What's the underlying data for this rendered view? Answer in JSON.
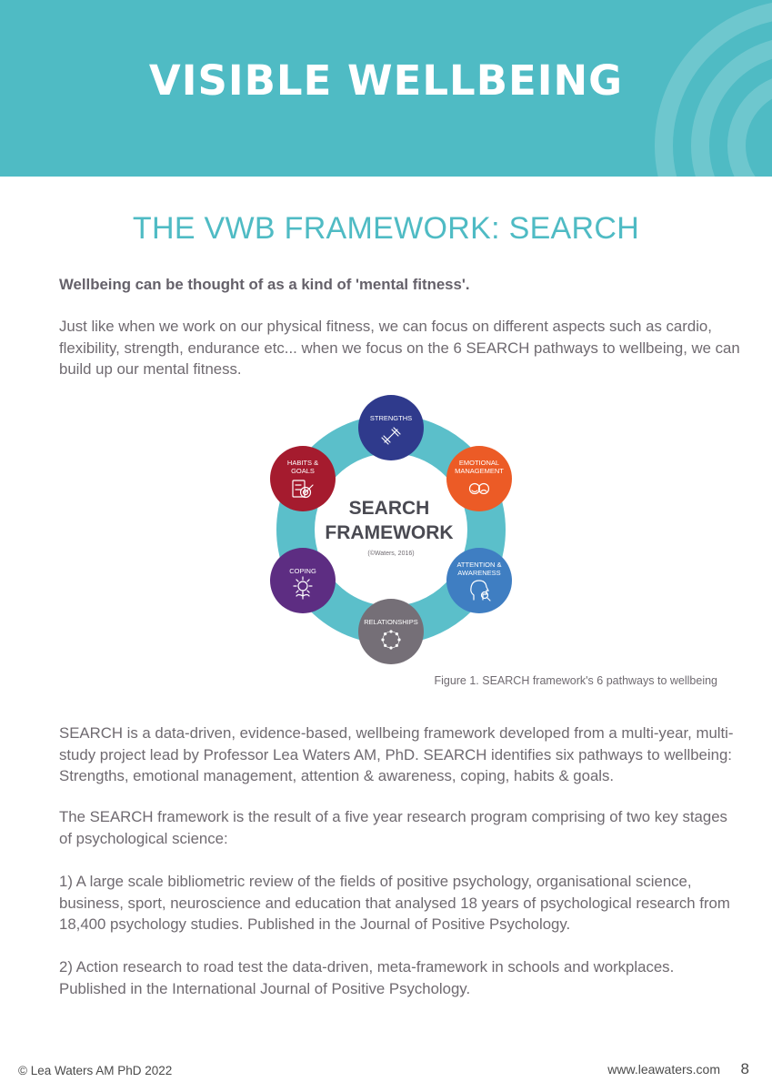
{
  "header": {
    "title": "VISIBLE WELLBEING"
  },
  "section": {
    "title": "THE VWB FRAMEWORK: SEARCH"
  },
  "body": {
    "lead": "Wellbeing can be thought of as a kind of 'mental fitness'.",
    "intro": "Just like when we work on our physical fitness, we can focus on different aspects such as cardio, flexibility, strength, endurance etc... when we focus on the 6 SEARCH pathways to wellbeing, we can build up our mental fitness.",
    "paragraph_search": "SEARCH is a data-driven, evidence-based, wellbeing framework developed from a multi-year, multi-study project lead by Professor Lea Waters AM, PhD. SEARCH identifies six pathways to wellbeing: Strengths, emotional management, attention & awareness, coping, habits & goals.",
    "paragraph_program": "The SEARCH framework is the result of a five year research program comprising of two key stages of psychological science:",
    "stage_1": "1) A large scale bibliometric review of the fields of positive psychology, organisational science, business, sport, neuroscience and education that analysed 18 years of psychological research from 18,400 psychology studies. Published in the Journal of Positive Psychology.",
    "stage_2": "2) Action research to road test the data-driven, meta-framework in schools and workplaces. Published in the International Journal of Positive Psychology."
  },
  "diagram": {
    "center_line1": "SEARCH",
    "center_line2": "FRAMEWORK",
    "center_credit": "(©Waters, 2016)",
    "ring_color": "#5bbfca",
    "pathways": [
      {
        "line1": "STRENGTHS",
        "line2": "",
        "color": "#2f3a8c",
        "icon": "dumbbell-icon"
      },
      {
        "line1": "EMOTIONAL",
        "line2": "MANAGEMENT",
        "color": "#ec5b26",
        "icon": "faces-icon"
      },
      {
        "line1": "ATTENTION &",
        "line2": "AWARENESS",
        "color": "#3f7ec2",
        "icon": "head-magnifier-icon"
      },
      {
        "line1": "RELATIONSHIPS",
        "line2": "",
        "color": "#756f77",
        "icon": "people-circle-icon"
      },
      {
        "line1": "COPING",
        "line2": "",
        "color": "#5d2d82",
        "icon": "flower-sun-icon"
      },
      {
        "line1": "HABITS &",
        "line2": "GOALS",
        "color": "#a51b2e",
        "icon": "target-checklist-icon"
      }
    ]
  },
  "figure": {
    "caption": "Figure 1. SEARCH framework's 6 pathways to wellbeing"
  },
  "footer": {
    "copyright": "© Lea Waters AM PhD 2022",
    "url": "www.leawaters.com",
    "page_number": "8"
  }
}
